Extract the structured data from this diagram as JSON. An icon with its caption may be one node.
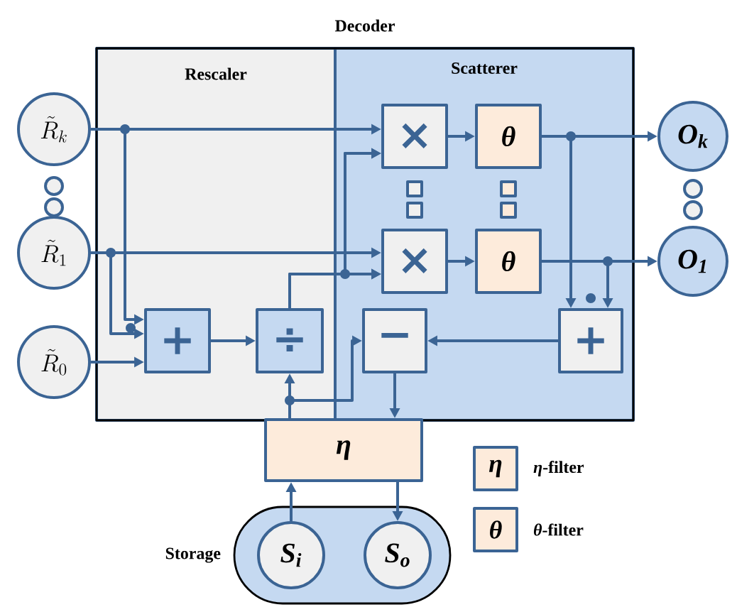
{
  "diagram": {
    "nodes": [
      {
        "text": [
          "Decoder"
        ]
      },
      {
        "text": [
          "Rescaler"
        ],
        "in": 0
      },
      {
        "text": [
          "Scatterer"
        ],
        "in": 0
      },
      {
        "text": [
          "\\tilde{R}_{k}"
        ]
      },
      {
        "text": [
          "\\tilde{R}_{1}"
        ]
      },
      {
        "text": [
          "\\tilde{R}_{0}"
        ]
      },
      {
        "text": [
          "+"
        ],
        "in": 1
      },
      {
        "text": [
          "÷"
        ],
        "in": 1
      },
      {
        "text": [
          "×"
        ],
        "in": 2
      },
      {
        "text": [
          "θ"
        ],
        "in": 2
      },
      {
        "text": [
          "×"
        ],
        "in": 2
      },
      {
        "text": [
          "θ"
        ],
        "in": 2
      },
      {
        "text": [
          "−"
        ],
        "in": 2
      },
      {
        "text": [
          "+"
        ],
        "in": 2
      },
      {
        "text": [
          "O$_{k}$"
        ]
      },
      {
        "text": [
          "O$_{1}$"
        ]
      },
      {
        "text": [
          "η"
        ]
      },
      {
        "text": [
          "Storage"
        ]
      },
      {
        "text": [
          "S$_{i}$"
        ],
        "in": 17
      },
      {
        "text": [
          "S$_{o}$"
        ],
        "in": 17
      }
    ],
    "edges": [
      {
        "from": 3,
        "to": 8,
        "arrow": "to"
      },
      {
        "from": 3,
        "to": 6,
        "arrow": "to"
      },
      {
        "from": 4,
        "to": 10,
        "arrow": "to"
      },
      {
        "from": 4,
        "to": 6,
        "arrow": "to"
      },
      {
        "from": 5,
        "to": 6,
        "arrow": "to"
      },
      {
        "from": 6,
        "to": 7,
        "arrow": "to"
      },
      {
        "from": 7,
        "to": 8,
        "arrow": "to"
      },
      {
        "from": 7,
        "to": 10,
        "arrow": "to"
      },
      {
        "from": 8,
        "to": 9,
        "arrow": "to"
      },
      {
        "from": 10,
        "to": 11,
        "arrow": "to"
      },
      {
        "from": 9,
        "to": 14,
        "arrow": "to"
      },
      {
        "from": 9,
        "to": 13,
        "arrow": "to"
      },
      {
        "from": 11,
        "to": 15,
        "arrow": "to"
      },
      {
        "from": 11,
        "to": 13,
        "arrow": "to"
      },
      {
        "from": 13,
        "to": 12,
        "arrow": "to"
      },
      {
        "from": 12,
        "to": 16,
        "arrow": "to"
      },
      {
        "from": 16,
        "to": 7,
        "arrow": "to"
      },
      {
        "from": 16,
        "to": 12,
        "arrow": "to"
      },
      {
        "from": 16,
        "to": 8,
        "arrow": "to"
      },
      {
        "from": 16,
        "to": 10,
        "arrow": "to"
      },
      {
        "from": 18,
        "to": 16,
        "arrow": "to"
      },
      {
        "from": 16,
        "to": 19,
        "arrow": "to"
      }
    ],
    "labels": [
      "η",
      "θ"
    ],
    "legend": [
      {
        "text": "*η*-filter",
        "color": "#fdebdb"
      },
      {
        "text": "*θ*-filter",
        "color": "#fdebdb"
      }
    ]
  }
}
